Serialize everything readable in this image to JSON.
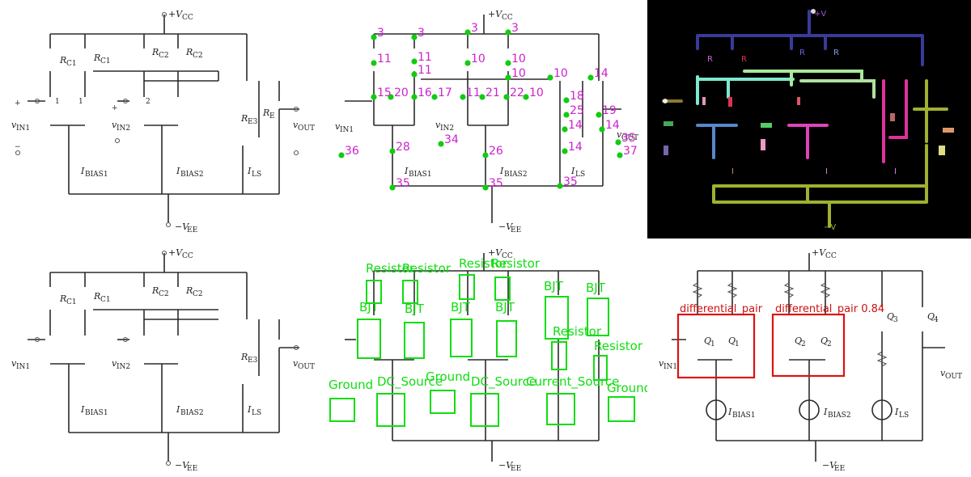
{
  "labels": {
    "vcc": "+V",
    "vcc_sub": "CC",
    "vee": "−V",
    "vee_sub": "EE",
    "rc1": "R",
    "rc1_sub": "C1",
    "rc2_sub": "C2",
    "re3_sub": "E3",
    "re_sub": "E",
    "vin1": "v",
    "vin1_sub": "IN1",
    "vin2_sub": "IN2",
    "vout_sub": "OUT",
    "ibias": "I",
    "ibias1_sub": "BIAS1",
    "ibias2_sub": "BIAS2",
    "ils": "I",
    "ils_sub": "LS",
    "plus": "+",
    "minus": "−",
    "one": "1",
    "two": "2",
    "q1": "Q",
    "q1_sub": "1",
    "q2_sub": "2",
    "q3_sub": "3",
    "q4_sub": "4"
  },
  "node_numbers": [
    {
      "id": "a",
      "text": "3"
    },
    {
      "id": "b",
      "text": "3"
    },
    {
      "id": "c",
      "text": "3"
    },
    {
      "id": "d",
      "text": "3"
    },
    {
      "id": "e",
      "text": "11"
    },
    {
      "id": "f",
      "text": "11"
    },
    {
      "id": "g",
      "text": "11"
    },
    {
      "id": "h",
      "text": "10"
    },
    {
      "id": "i",
      "text": "10"
    },
    {
      "id": "j",
      "text": "10"
    },
    {
      "id": "k",
      "text": "10"
    },
    {
      "id": "l",
      "text": "14"
    },
    {
      "id": "m",
      "text": "18"
    },
    {
      "id": "n",
      "text": "15"
    },
    {
      "id": "o",
      "text": "20"
    },
    {
      "id": "p",
      "text": "16"
    },
    {
      "id": "q",
      "text": "17"
    },
    {
      "id": "r",
      "text": "11"
    },
    {
      "id": "s",
      "text": "21"
    },
    {
      "id": "t",
      "text": "22"
    },
    {
      "id": "u",
      "text": "10"
    },
    {
      "id": "v",
      "text": "25"
    },
    {
      "id": "w",
      "text": "19"
    },
    {
      "id": "x",
      "text": "14"
    },
    {
      "id": "y",
      "text": "14"
    },
    {
      "id": "z",
      "text": "35"
    },
    {
      "id": "aa",
      "text": "36"
    },
    {
      "id": "ab",
      "text": "28"
    },
    {
      "id": "ac",
      "text": "34"
    },
    {
      "id": "ad",
      "text": "26"
    },
    {
      "id": "ae",
      "text": "14"
    },
    {
      "id": "af",
      "text": "37"
    },
    {
      "id": "ag",
      "text": "35"
    },
    {
      "id": "ah",
      "text": "35"
    },
    {
      "id": "ai",
      "text": "35"
    }
  ],
  "detections": [
    {
      "label": "Resistor"
    },
    {
      "label": "Resistor"
    },
    {
      "label": "Resistor"
    },
    {
      "label": "Resistor"
    },
    {
      "label": "BJT"
    },
    {
      "label": "BJT"
    },
    {
      "label": "BJT"
    },
    {
      "label": "BJT"
    },
    {
      "label": "BJT"
    },
    {
      "label": "BJT"
    },
    {
      "label": "Resistor"
    },
    {
      "label": "Resistor"
    },
    {
      "label": "Ground"
    },
    {
      "label": "DC_Source"
    },
    {
      "label": "Ground"
    },
    {
      "label": "DC_Source"
    },
    {
      "label": "Current_Source"
    },
    {
      "label": "Ground"
    }
  ],
  "pairs": [
    {
      "label": "differential_pair"
    },
    {
      "label": "differential_pair 0.84"
    }
  ],
  "colors": {
    "node_number": "#cc22cc",
    "detection": "#11dd11",
    "pair": "#dd1111",
    "segmentation_bg": "#000000"
  }
}
